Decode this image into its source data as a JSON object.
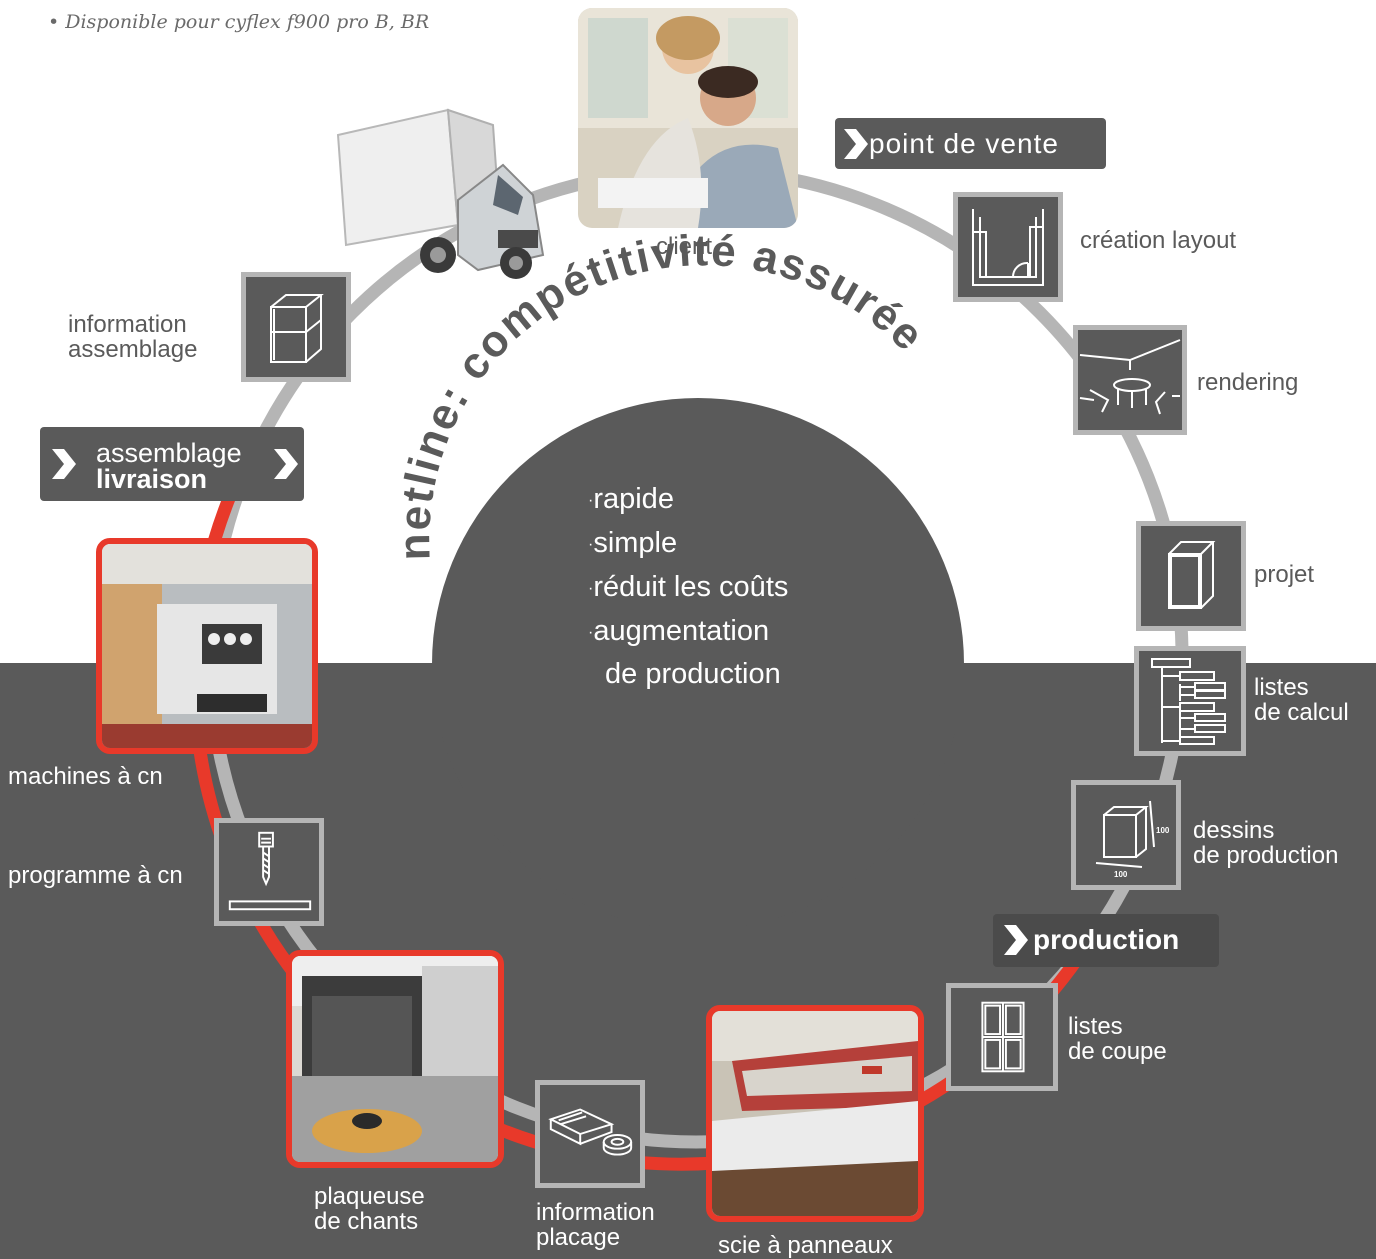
{
  "footnote": "• Disponible pour cyflex f900 pro B, BR",
  "center": {
    "title": "netline: compétitivité assurée",
    "bullets": [
      "rapide",
      "simple",
      "réduit les coûts",
      "augmentation",
      "de production"
    ]
  },
  "sections": {
    "point_de_vente": "point de vente",
    "production": "production",
    "assemblage": "assemblage",
    "livraison": "livraison"
  },
  "steps": {
    "client": "client",
    "creation_layout": "création layout",
    "rendering": "rendering",
    "projet": "projet",
    "listes_calcul": [
      "listes",
      "de calcul"
    ],
    "dessins_production": [
      "dessins",
      "de production"
    ],
    "dimension": "100",
    "listes_coupe": [
      "listes",
      "de coupe"
    ],
    "scie_panneaux": "scie à panneaux",
    "information_placage": [
      "information",
      "placage"
    ],
    "plaqueuse_chants": [
      "plaqueuse",
      "de chants"
    ],
    "programme_cn": "programme à cn",
    "machines_cn": "machines à cn",
    "information_assemblage": [
      "information",
      "assemblage"
    ]
  },
  "colors": {
    "dark_gray": "#5a5a5a",
    "ring_gray": "#b5b5b5",
    "accent_red": "#e8392a",
    "text_gray": "#5a5a5a"
  }
}
